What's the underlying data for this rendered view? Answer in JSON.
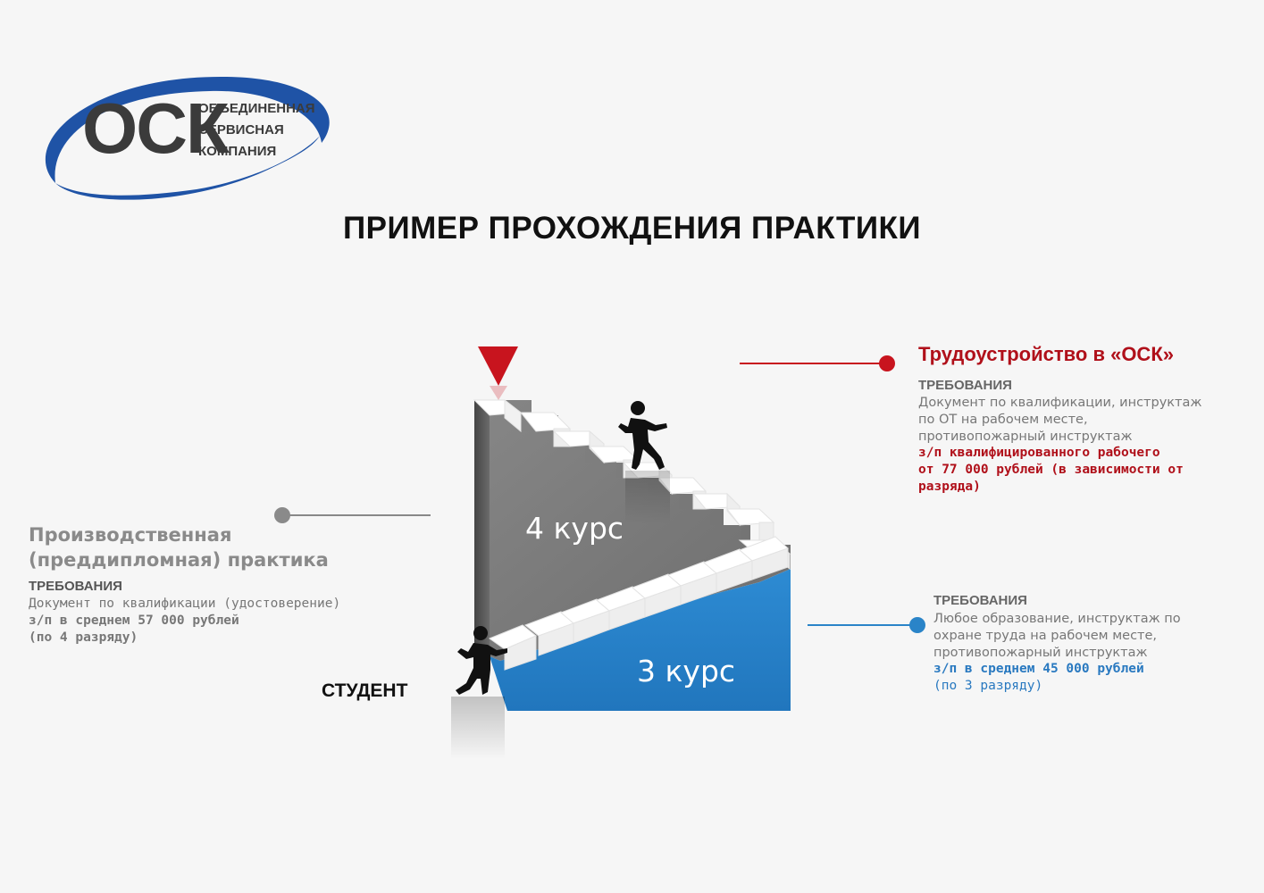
{
  "logo": {
    "wordmark": "ОСК",
    "lines": [
      "ОБЪЕДИНЕННАЯ",
      "СЕРВИСНАЯ",
      "КОМПАНИЯ"
    ]
  },
  "title": "ПРИМЕР ПРОХОЖДЕНИЯ ПРАКТИКИ",
  "employment": {
    "title": "Трудоустройство в «ОСК»",
    "requirements_heading": "ТРЕБОВАНИЯ",
    "requirements": [
      "Документ по квалификации, инструктаж",
      "по ОТ на рабочем месте,",
      "противопожарный инструктаж"
    ],
    "salary": [
      "з/п квалифицированного рабочего",
      "от 77 000 рублей (в зависимости от",
      "разряда)"
    ]
  },
  "practice": {
    "title": [
      "Производственная",
      "(преддипломная) практика"
    ],
    "requirements_heading": "ТРЕБОВАНИЯ",
    "requirements": "Документ по квалификации (удостоверение)",
    "salary": [
      "з/п в среднем 57 000 рублей",
      "(по 4 разряду)"
    ]
  },
  "course3_block": {
    "requirements_heading": "ТРЕБОВАНИЯ",
    "requirements": [
      "Любое образование, инструктаж по",
      "охране труда на рабочем месте,",
      "противопожарный инструктаж"
    ],
    "salary": "з/п в среднем 45 000 рублей",
    "note": "(по 3 разряду)"
  },
  "labels": {
    "student": "СТУДЕНТ",
    "course4": "4 курс",
    "course3": "3 курс"
  },
  "colors": {
    "red": "#b0101a",
    "blue": "#2a84c8",
    "gray_block": "#7a7a7a"
  }
}
